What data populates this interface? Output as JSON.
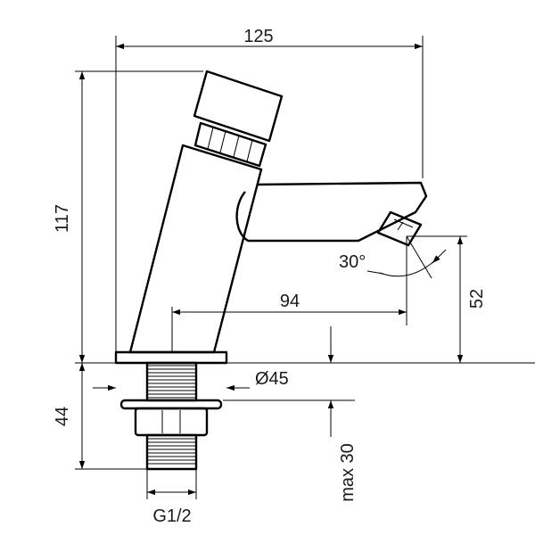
{
  "drawing": {
    "dimensions": {
      "overall_width": "125",
      "overall_height": "117",
      "spout_reach": "94",
      "spout_height": "52",
      "base_diameter": "Ø45",
      "thread_height": "44",
      "thread_size": "G1/2",
      "max_counter_thickness": "max 30",
      "spout_angle": "30°"
    }
  }
}
